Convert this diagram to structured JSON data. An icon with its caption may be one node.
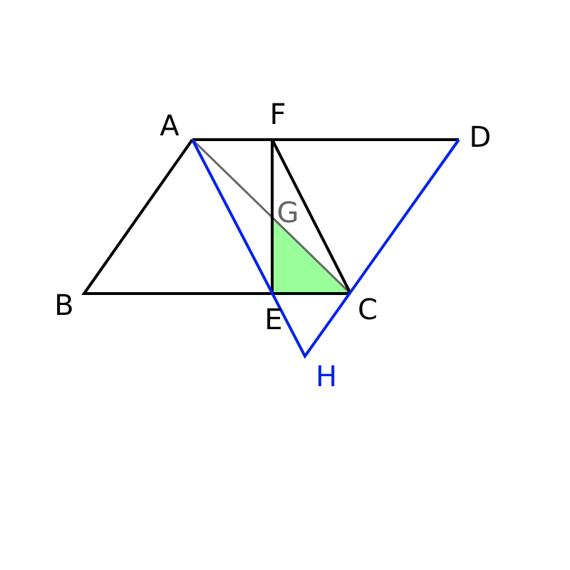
{
  "diagram": {
    "labels": [
      "A",
      "F",
      "D",
      "G",
      "B",
      "E",
      "C",
      "H"
    ]
  }
}
